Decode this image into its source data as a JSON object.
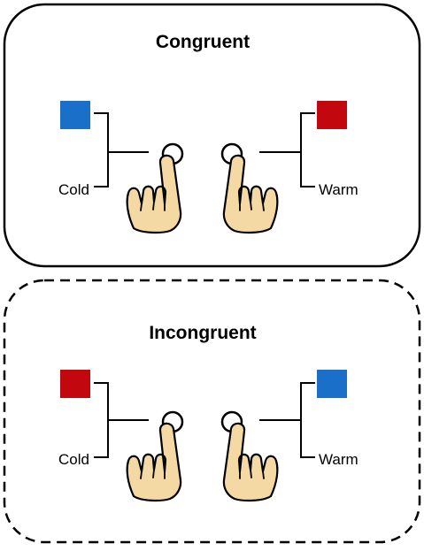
{
  "panels": [
    {
      "title": "Congruent",
      "border": "solid",
      "left_square_color": "#1a6fc9",
      "right_square_color": "#c3070f",
      "left_label": "Cold",
      "right_label": "Warm"
    },
    {
      "title": "Incongruent",
      "border": "dashed",
      "left_square_color": "#c3070f",
      "right_square_color": "#1a6fc9",
      "left_label": "Cold",
      "right_label": "Warm"
    }
  ],
  "colors": {
    "hand_fill": "#f5d9a4",
    "outline": "#000000"
  },
  "icons": [
    "left-hand-pointing-icon",
    "right-hand-pointing-icon",
    "button-circle-icon"
  ]
}
